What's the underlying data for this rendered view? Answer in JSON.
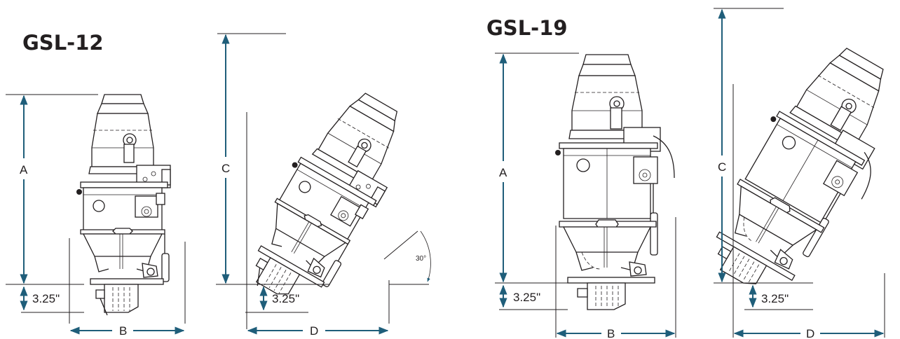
{
  "models": [
    {
      "title": "GSL-12",
      "upright_labels": {
        "height": "A",
        "width": "B",
        "offset": "3.25\""
      },
      "tilted_labels": {
        "height": "C",
        "width": "D",
        "offset": "3.25\"",
        "angle": "30°"
      }
    },
    {
      "title": "GSL-19",
      "upright_labels": {
        "height": "A",
        "width": "B",
        "offset": "3.25\""
      },
      "tilted_labels": {
        "height": "C",
        "width": "D",
        "offset": "3.25\""
      }
    }
  ],
  "colors": {
    "dimension": "#1f5e7a",
    "linework": "#231f20",
    "background": "#ffffff"
  }
}
